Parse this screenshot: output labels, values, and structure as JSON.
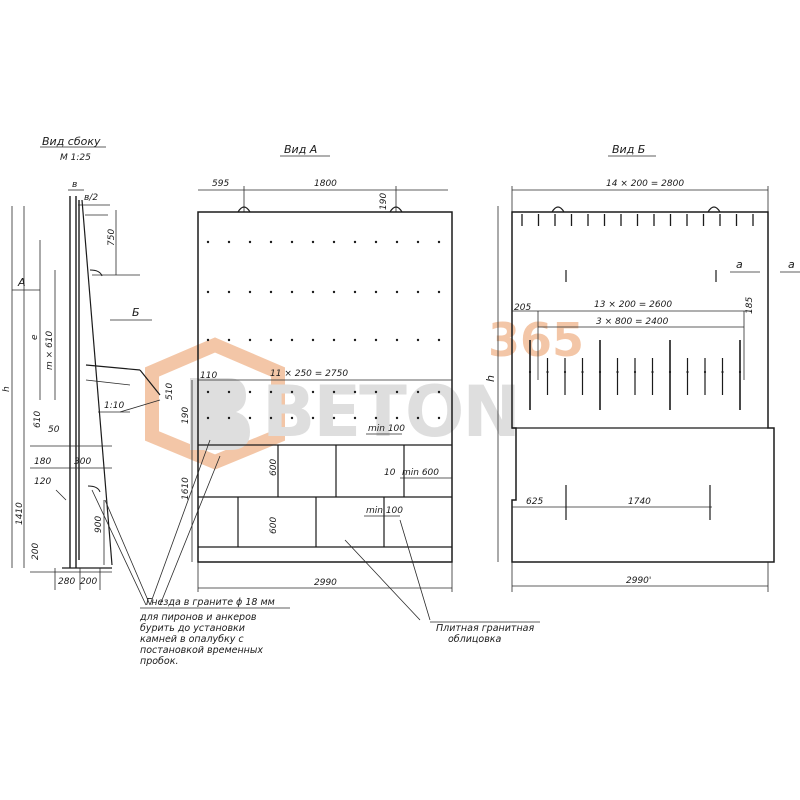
{
  "views": {
    "side": {
      "title": "Вид сбоку",
      "scale": "М 1:25",
      "letter_b": "в",
      "half": "в/2",
      "dim_750": "750",
      "label_e": "е",
      "label_mx610": "m × 610",
      "label_h": "h",
      "label_A": "А",
      "label_B": "Б",
      "slope": "1:10",
      "dim_610": "610",
      "dim_50": "50",
      "dim_180": "180",
      "dim_120": "120",
      "dim_300": "300",
      "dim_1410": "1410",
      "dim_900": "900",
      "dim_200": "200",
      "dim_280": "280",
      "dim_200b": "200"
    },
    "front_a": {
      "title": "Вид А",
      "dim_595": "595",
      "dim_1800": "1800",
      "dim_190": "190",
      "dim_110": "110",
      "holes_row": "11 × 250 = 2750",
      "dim_510": "510",
      "dim_190b": "190",
      "min100_top": "min 100",
      "dim_600_top": "600",
      "dim_10": "10",
      "min600": "min 600",
      "dim_1610": "1610",
      "dim_600_bottom": "600",
      "min100_bottom": "min 100",
      "width_total": "2990"
    },
    "front_b": {
      "title": "Вид Б",
      "top_dim": "14 × 200 = 2800",
      "section_a_left": "а",
      "section_a_right": "а",
      "dim_205": "205",
      "row_13": "13 × 200 = 2600",
      "dim_185": "185",
      "row_3": "3 × 800 = 2400",
      "label_h": "h",
      "dim_625": "625",
      "dim_1740": "1740",
      "width_total": "2990'"
    }
  },
  "notes": {
    "sockets": [
      "Гнезда в граните ϕ 18 мм",
      "для пиронов и анкеров",
      "бурить до установки",
      "камней в опалубку с",
      "постановкой временных",
      "пробок."
    ],
    "cladding": [
      "Плитная гранитная",
      "облицовка"
    ]
  },
  "watermark": {
    "number": "365",
    "brand": "BETON",
    "colors": {
      "orange": "#f0b48a",
      "gray": "#d4d4d4"
    }
  },
  "colors": {
    "ink": "#1b1b1b",
    "paper": "#ffffff"
  }
}
